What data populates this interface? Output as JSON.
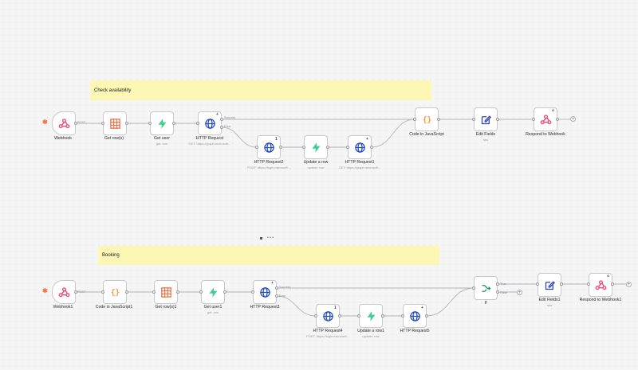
{
  "colors": {
    "canvas_bg": "#f5f5f6",
    "sticky_bg": "#fdf7b5",
    "webhook_pink": "#ef4b7a",
    "sheet_orange": "#f0653a",
    "supabase_green": "#3ecf8e",
    "http_blue": "#1f46c4",
    "code_orange": "#f39c35",
    "edit_blue": "#2f3fb1",
    "if_green": "#1f8f6a",
    "trigger_orange": "#ff6d3a"
  },
  "workflow1": {
    "sticky": "Check availability",
    "nodes": [
      {
        "id": "Webhook",
        "label": "Webhook",
        "sub": "",
        "icon": "webhook-icon"
      },
      {
        "id": "GetRows",
        "label": "Get row(s)",
        "sub": "",
        "icon": "sheet-icon"
      },
      {
        "id": "GetUser",
        "label": "Get user",
        "sub": "get: row",
        "icon": "supabase-icon"
      },
      {
        "id": "HTTP1",
        "label": "HTTP Request",
        "sub": "GET: https://graph.microsoft...",
        "icon": "globe-icon"
      },
      {
        "id": "HTTP2",
        "label": "HTTP Request2",
        "sub": "POST: https://login.microsoft...",
        "icon": "globe-icon"
      },
      {
        "id": "UpdateRow",
        "label": "Update a row",
        "sub": "update: row",
        "icon": "supabase-icon"
      },
      {
        "id": "HTTPR1",
        "label": "HTTP Request1",
        "sub": "GET: https://graph.microsoft...",
        "icon": "globe-icon"
      },
      {
        "id": "Code",
        "label": "Code in JavaScript",
        "sub": "",
        "icon": "code-icon"
      },
      {
        "id": "EditFields",
        "label": "Edit Fields",
        "sub": "raw",
        "icon": "edit-icon"
      },
      {
        "id": "Respond",
        "label": "Respond to Webhook",
        "sub": "",
        "icon": "webhook-icon"
      }
    ],
    "edge_labels": {
      "webhook_out": "POST",
      "success": "Success",
      "error": "Error"
    },
    "badges": {
      "http1": "+",
      "http2": "1",
      "httpr1": "+",
      "respond": "O"
    }
  },
  "workflow2": {
    "sticky": "Booking",
    "nodes": [
      {
        "id": "Webhook1",
        "label": "Webhook1",
        "sub": "",
        "icon": "webhook-icon"
      },
      {
        "id": "Code1",
        "label": "Code in JavaScript1",
        "sub": "",
        "icon": "code-icon"
      },
      {
        "id": "GetRows1",
        "label": "Get row(s)1",
        "sub": "",
        "icon": "sheet-icon"
      },
      {
        "id": "GetUser1",
        "label": "Get user1",
        "sub": "get: row",
        "icon": "supabase-icon"
      },
      {
        "id": "HTTP3",
        "label": "HTTP Request3",
        "sub": "",
        "icon": "globe-icon"
      },
      {
        "id": "HTTP4",
        "label": "HTTP Request4",
        "sub": "POST: https://login.microsoft...",
        "icon": "globe-icon"
      },
      {
        "id": "UpdateRow1",
        "label": "Update a row1",
        "sub": "update: row",
        "icon": "supabase-icon"
      },
      {
        "id": "HTTP5",
        "label": "HTTP Request5",
        "sub": "",
        "icon": "globe-icon"
      },
      {
        "id": "If",
        "label": "If",
        "sub": "",
        "icon": "if-icon"
      },
      {
        "id": "EditFields1",
        "label": "Edit Fields1",
        "sub": "raw",
        "icon": "edit-icon"
      },
      {
        "id": "Respond1",
        "label": "Respond to Webhook1",
        "sub": "",
        "icon": "webhook-icon"
      }
    ],
    "edge_labels": {
      "webhook_out": "POST",
      "success": "Success",
      "error": "Error",
      "true": "True",
      "false": "False"
    },
    "badges": {
      "http3": "+",
      "http4": "1",
      "http5": "+",
      "respond1": "O"
    }
  },
  "pager": {
    "dots": "• • •"
  }
}
